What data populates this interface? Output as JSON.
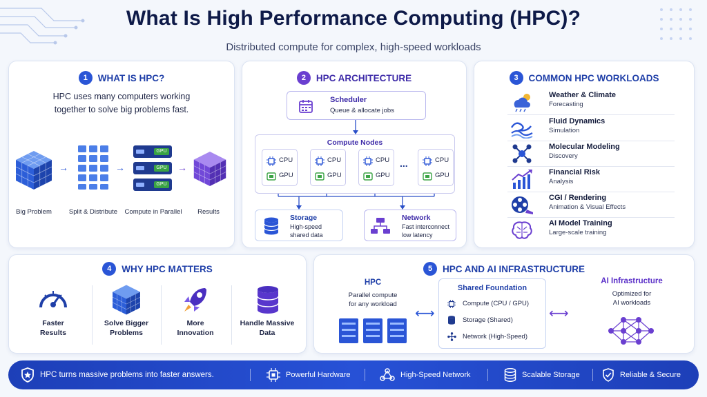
{
  "header": {
    "title": "What Is High Performance Computing (HPC)?",
    "subtitle": "Distributed compute for complex, high-speed workloads"
  },
  "colors": {
    "blue": "#2a55d6",
    "purple": "#6a3fd0",
    "navy": "#0e1a48",
    "green": "#3aa344",
    "bar": "#2247c4"
  },
  "panel1": {
    "num": "1",
    "title": "WHAT IS HPC?",
    "text_line1": "HPC uses many computers working",
    "text_line2": "together to solve big problems fast.",
    "steps": [
      "Big Problem",
      "Split & Distribute",
      "Compute in Parallel",
      "Results"
    ],
    "gpu_label": "GPU"
  },
  "panel2": {
    "num": "2",
    "title": "HPC ARCHITECTURE",
    "scheduler_title": "Scheduler",
    "scheduler_sub": "Queue & allocate jobs",
    "compute_nodes": "Compute Nodes",
    "cpu": "CPU",
    "gpu": "GPU",
    "ellipsis": "...",
    "storage_title": "Storage",
    "storage_l1": "High-speed",
    "storage_l2": "shared data",
    "network_title": "Network",
    "network_l1": "Fast interconnect",
    "network_l2": "low latency"
  },
  "panel3": {
    "num": "3",
    "title": "COMMON HPC WORKLOADS",
    "items": [
      {
        "title": "Weather & Climate",
        "sub": "Forecasting",
        "icon": "weather-icon"
      },
      {
        "title": "Fluid Dynamics",
        "sub": "Simulation",
        "icon": "wave-icon"
      },
      {
        "title": "Molecular Modeling",
        "sub": "Discovery",
        "icon": "molecule-icon"
      },
      {
        "title": "Financial Risk",
        "sub": "Analysis",
        "icon": "chart-icon"
      },
      {
        "title": "CGI / Rendering",
        "sub": "Animation & Visual Effects",
        "icon": "film-icon"
      },
      {
        "title": "AI Model Training",
        "sub": "Large-scale training",
        "icon": "brain-icon"
      }
    ]
  },
  "panel4": {
    "num": "4",
    "title": "WHY HPC MATTERS",
    "items": [
      {
        "l1": "Faster",
        "l2": "Results"
      },
      {
        "l1": "Solve Bigger",
        "l2": "Problems"
      },
      {
        "l1": "More",
        "l2": "Innovation"
      },
      {
        "l1": "Handle Massive",
        "l2": "Data"
      }
    ]
  },
  "panel5": {
    "num": "5",
    "title": "HPC AND AI INFRASTRUCTURE",
    "hpc_title": "HPC",
    "hpc_l1": "Parallel compute",
    "hpc_l2": "for any workload",
    "shared_title": "Shared Foundation",
    "shared_items": [
      "Compute (CPU / GPU)",
      "Storage (Shared)",
      "Network (High-Speed)"
    ],
    "ai_title": "AI Infrastructure",
    "ai_l1": "Optimized for",
    "ai_l2": "AI workloads"
  },
  "bar": {
    "tagline": "HPC turns massive problems into faster answers.",
    "items": [
      "Powerful Hardware",
      "High-Speed Network",
      "Scalable Storage",
      "Reliable & Secure"
    ]
  }
}
